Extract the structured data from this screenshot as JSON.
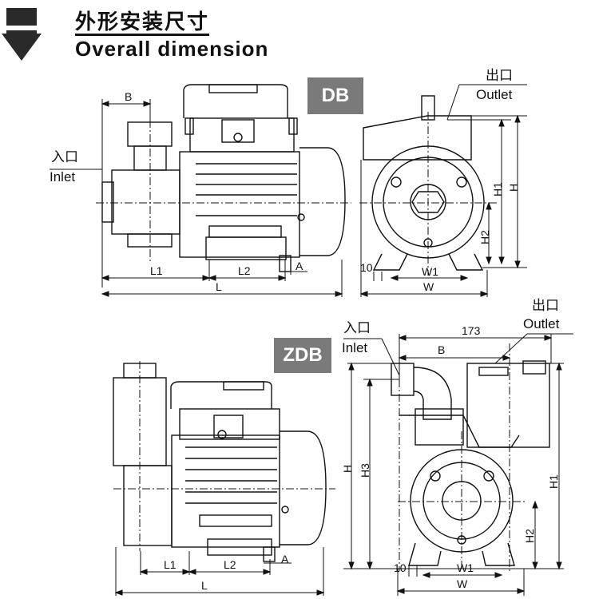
{
  "header": {
    "title_cn": "外形安装尺寸",
    "title_en": "Overall dimension"
  },
  "db": {
    "badge": "DB",
    "side": {
      "inlet_cn": "入口",
      "inlet_en": "Inlet",
      "dim_b": "B",
      "dim_l1": "L1",
      "dim_l2": "L2",
      "dim_l": "L",
      "dim_a": "A"
    },
    "front": {
      "outlet_cn": "出口",
      "outlet_en": "Outlet",
      "dim_h1": "H1",
      "dim_h": "H",
      "dim_h2": "H2",
      "dim_10": "10",
      "dim_w1": "W1",
      "dim_w": "W"
    }
  },
  "zdb": {
    "badge": "ZDB",
    "side": {
      "dim_l1": "L1",
      "dim_l2": "L2",
      "dim_l": "L",
      "dim_a": "A"
    },
    "front": {
      "inlet_cn": "入口",
      "inlet_en": "Inlet",
      "outlet_cn": "出口",
      "outlet_en": "Outlet",
      "dim_173": "173",
      "dim_b": "B",
      "dim_h": "H",
      "dim_h3": "H3",
      "dim_h1": "H1",
      "dim_h2": "H2",
      "dim_10": "10",
      "dim_w1": "W1",
      "dim_w": "W"
    }
  },
  "colors": {
    "line": "#111111",
    "badge": "#7a7a7a"
  }
}
